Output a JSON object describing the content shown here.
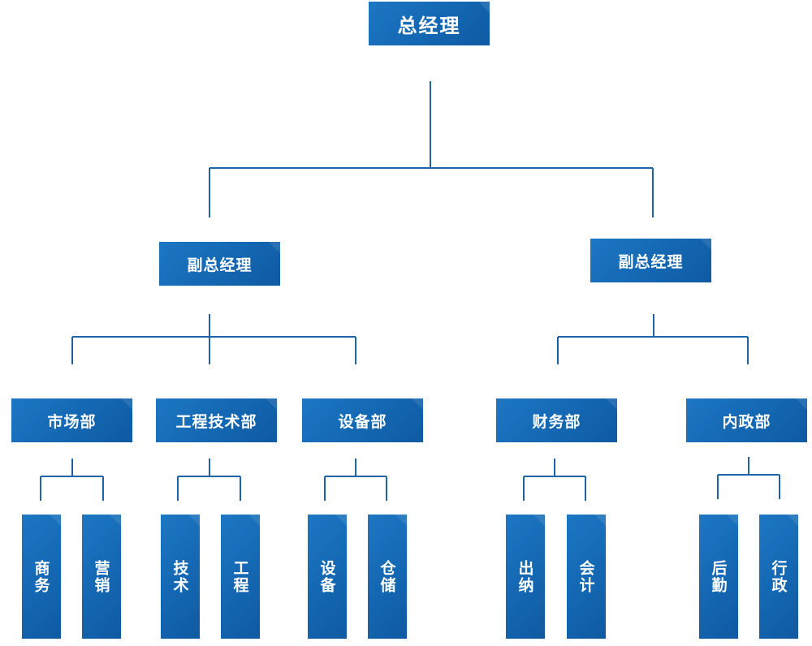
{
  "org_chart": {
    "top": "总经理",
    "deputy_left": "副总经理",
    "deputy_right": "副总经理",
    "departments": {
      "market": "市场部",
      "engineering": "工程技术部",
      "equipment": "设备部",
      "finance": "财务部",
      "admin": "内政部"
    },
    "units": {
      "business": "商务",
      "marketing": "营销",
      "technology": "技术",
      "engineering": "工程",
      "equipment": "设备",
      "storage": "仓储",
      "cashier": "出纳",
      "accounting": "会计",
      "logistics": "后勤",
      "administration": "行政"
    }
  },
  "colors": {
    "box": "#1467b2",
    "line": "#1f63a8",
    "text": "#ffffff"
  }
}
